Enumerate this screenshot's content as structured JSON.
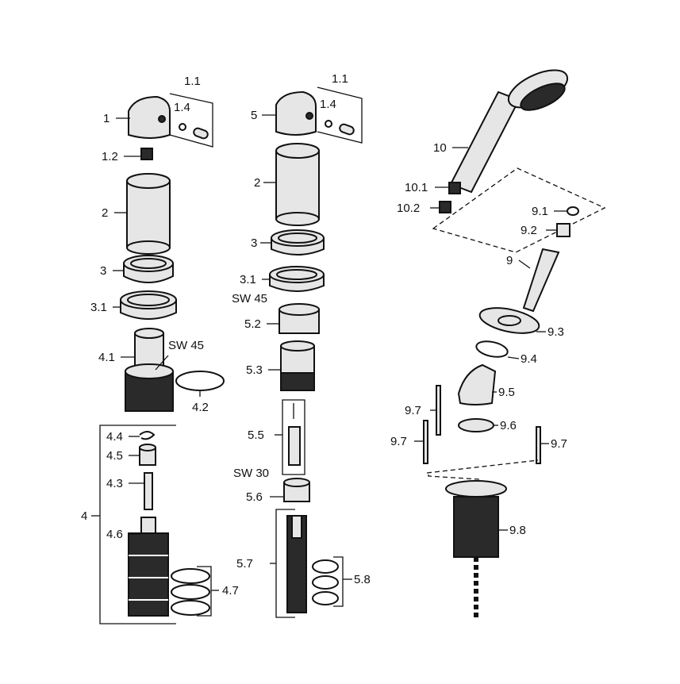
{
  "labels": {
    "l1": "1",
    "l1_1a": "1.1",
    "l1_4a": "1.4",
    "l1_2": "1.2",
    "l2a": "2",
    "l3a": "3",
    "l3_1a": "3.1",
    "l4_1": "4.1",
    "sw45a": "SW 45",
    "l4_2": "4.2",
    "l4": "4",
    "l4_4": "4.4",
    "l4_5": "4.5",
    "l4_3": "4.3",
    "l4_6": "4.6",
    "l4_7": "4.7",
    "l5": "5",
    "l1_1b": "1.1",
    "l1_4b": "1.4",
    "l2b": "2",
    "l3b": "3",
    "l3_1b": "3.1",
    "sw45b": "SW 45",
    "l5_2": "5.2",
    "l5_3": "5.3",
    "l5_5": "5.5",
    "sw30": "SW 30",
    "l5_6": "5.6",
    "l5_7": "5.7",
    "l5_8": "5.8",
    "l10": "10",
    "l10_1": "10.1",
    "l10_2": "10.2",
    "l9_1": "9.1",
    "l9_2": "9.2",
    "l9": "9",
    "l9_3": "9.3",
    "l9_4": "9.4",
    "l9_5": "9.5",
    "l9_7a": "9.7",
    "l9_6": "9.6",
    "l9_7b": "9.7",
    "l9_7c": "9.7",
    "l9_8": "9.8"
  }
}
